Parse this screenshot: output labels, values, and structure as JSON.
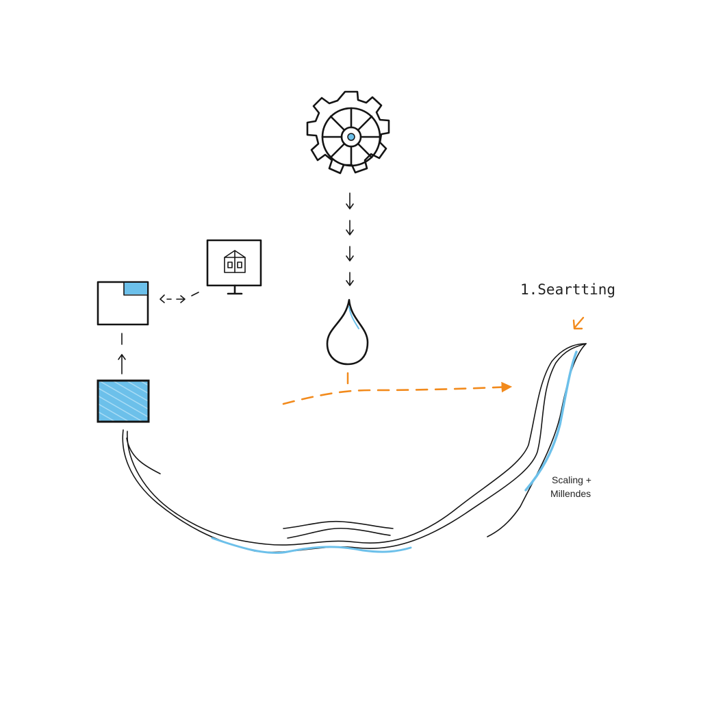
{
  "labels": {
    "step": "1.Seartting",
    "note_line1": "Scaling +",
    "note_line2": "Millendes"
  },
  "colors": {
    "ink": "#141414",
    "blue": "#6cc0ea",
    "orange": "#f28a1c"
  },
  "icons": [
    "gear-icon",
    "monitor-icon",
    "water-drop-icon",
    "window-box-icon",
    "hatched-box-icon"
  ]
}
